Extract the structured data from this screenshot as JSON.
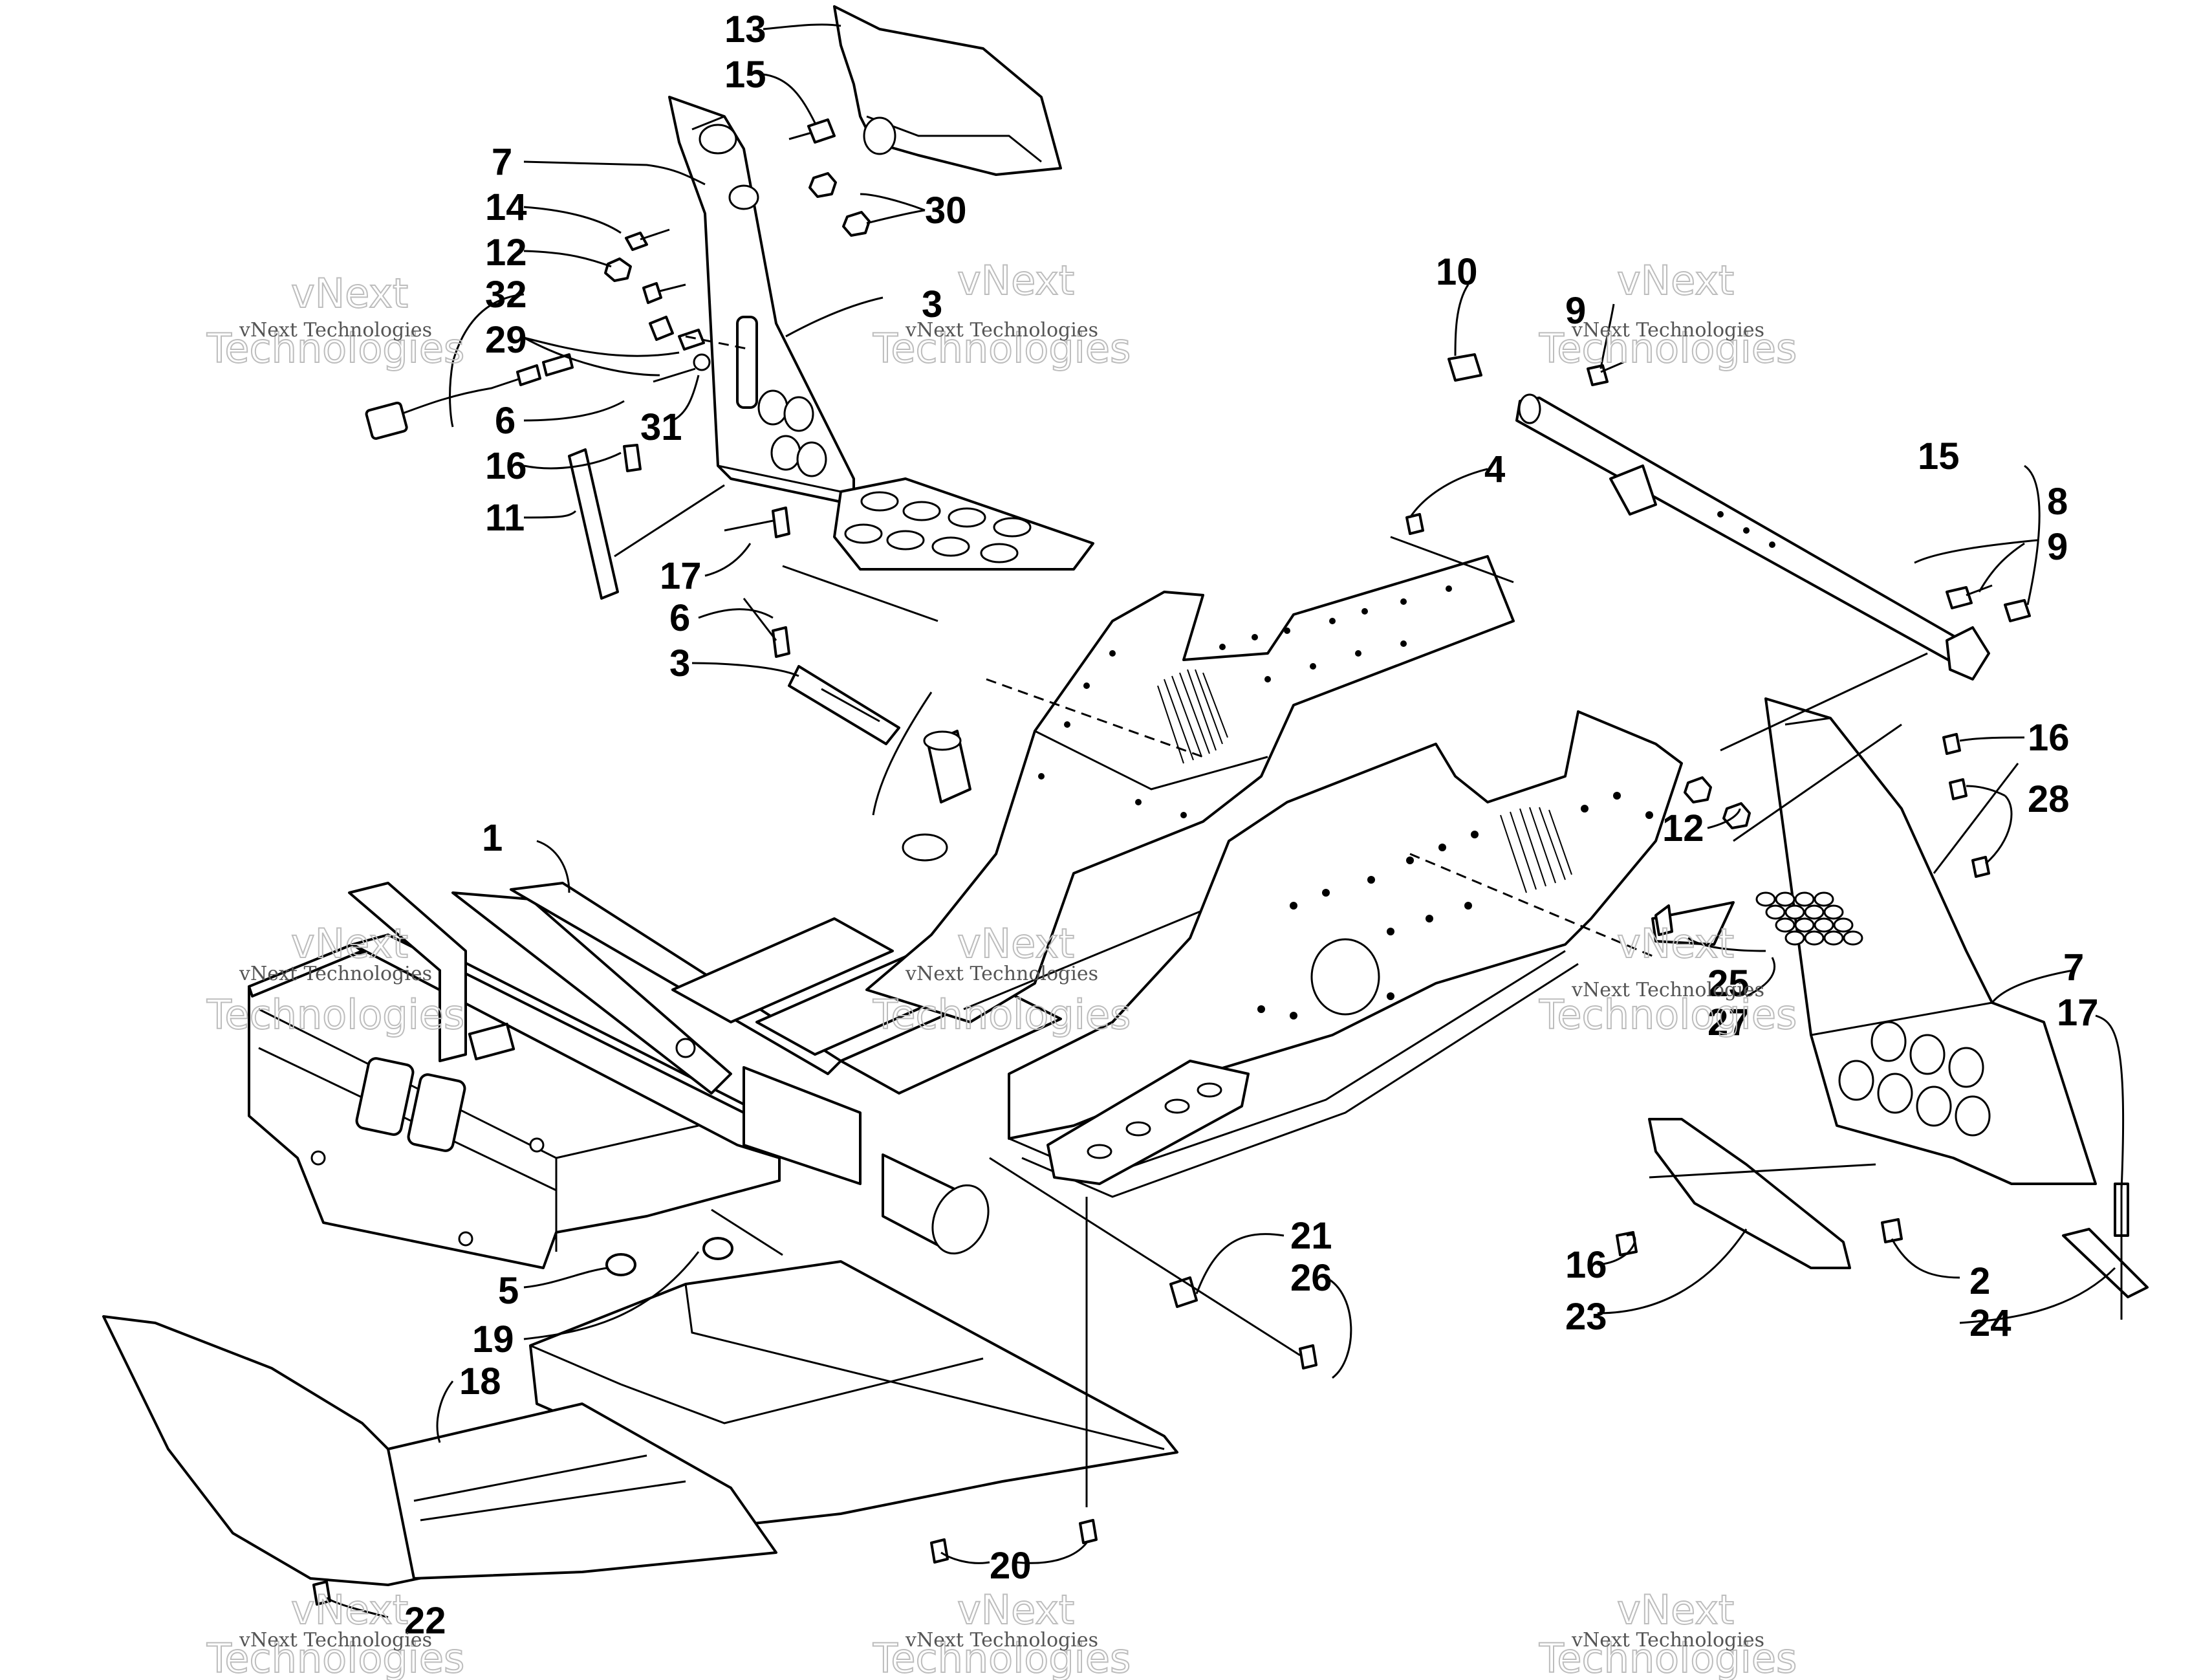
{
  "callouts": [
    "13",
    "15",
    "7",
    "14",
    "12",
    "30",
    "32",
    "29",
    "6",
    "31",
    "16",
    "11",
    "17",
    "3",
    "10",
    "9",
    "4",
    "8",
    "15",
    "9",
    "16",
    "28",
    "12",
    "1",
    "7",
    "25",
    "27",
    "17",
    "5",
    "19",
    "21",
    "26",
    "16",
    "23",
    "2",
    "24",
    "18",
    "20",
    "22",
    "3",
    "6"
  ],
  "watermark": {
    "small": "vNext Technologies",
    "big_a": "vNext",
    "big_b": "Technologies"
  }
}
